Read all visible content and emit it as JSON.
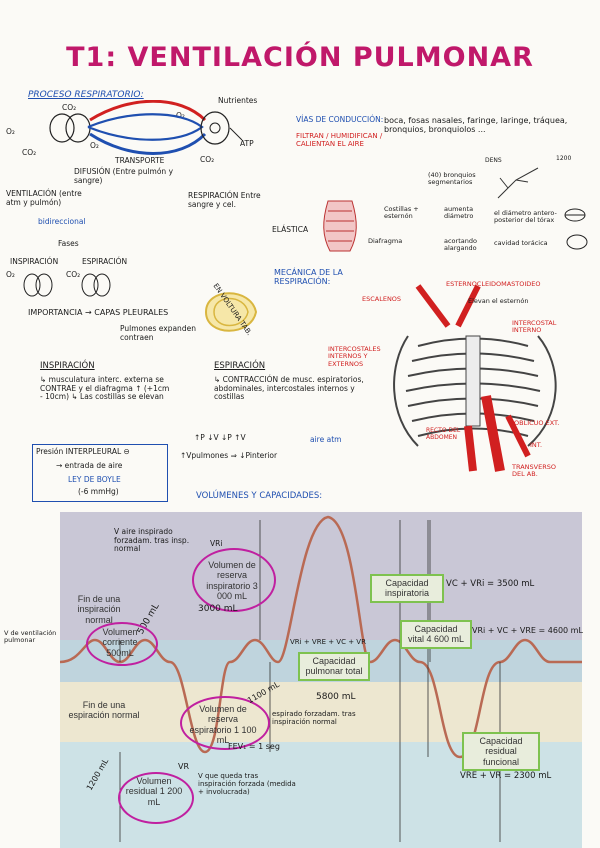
{
  "title": "T1: VENTILACIÓN PULMONAR",
  "proceso": {
    "heading": "PROCESO RESPIRATORIO:",
    "nutrientes": "Nutrientes",
    "o2_left": "O₂",
    "co2_left": "CO₂",
    "co2_top": "CO₂",
    "o2_top": "O₂",
    "o2_right": "O₂",
    "co2_bottom": "CO₂",
    "atp": "ATP",
    "transporte": "TRANSPORTE",
    "difusion": "DIFUSIÓN (Entre pulmón y sangre)",
    "ventilacion": "VENTILACIÓN (entre atm y pulmón)",
    "respiracion": "RESPIRACIÓN Entre sangre y cel.",
    "bidireccional": "bidireccional",
    "fases": "Fases",
    "inspiracion_short": "INSPIRACIÓN",
    "espiracion_short": "ESPIRACIÓN",
    "co2_small": "CO₂",
    "o2_small": "O₂",
    "importancia": "IMPORTANCIA → CAPAS PLEURALES",
    "envoltura": "EN VOLTURA TAB."
  },
  "vias": {
    "heading": "VÍAS DE CONDUCCIÓN:",
    "list": "boca, fosas nasales, faringe, laringe, tráquea, bronquios, bronquiolos ...",
    "funciones": "FILTRAN / HUMIDIFICAN / CALIENTAN EL AIRE",
    "dens": "DENS",
    "n1200": "1200",
    "bronquios40": "(40) bronquios segmentarios"
  },
  "elastica": {
    "label": "ELÁSTICA",
    "costillas": "Costillas + esternón",
    "aumenta": "aumenta diámetro",
    "diametro": "el diámetro antero-posterior del tórax",
    "diafragma": "Diafragma",
    "acortando": "acortando alargando",
    "cavidad": "cavidad torácica"
  },
  "mecanica": {
    "heading": "MECÁNICA DE LA RESPIRACIÓN:",
    "escalenos": "ESCALENOS",
    "esterno": "ESTERNOCLEIDOMASTOIDEO",
    "elevan": "Elevan el esternón",
    "intercostal": "INTERCOSTAL INTERNO",
    "intercostales": "INTERCOSTALES INTERNOS Y EXTERNOS",
    "recto": "RECTO DEL ABDOMEN",
    "oblicuo_ext": "OBLICUO EXT.",
    "int": "INT.",
    "transverso": "TRANSVERSO DEL AB."
  },
  "pulmones": {
    "text": "Pulmones expanden contraen",
    "inspiracion": "INSPIRACIÓN",
    "insp_text": "↳ musculatura interc. externa se CONTRAE y el diafragma ↑ (+1cm - 10cm) ↳ Las costillas se elevan",
    "espiracion": "ESPIRACIÓN",
    "esp_text": "↳ CONTRACCIÓN de musc. espiratorios, abdominales, intercostales internos y costillas"
  },
  "presion": {
    "label": "Presión INTERPLEURAL ⊖",
    "entrada": "→ entrada de aire",
    "boyle": "LEY DE BOYLE",
    "mmhg": "(-6 mmHg)",
    "formula1": "↑P ↓V   ↓P ↑V",
    "formula2": "↑Vpulmones ⇒ ↓Pinterior",
    "aire": "aire atm"
  },
  "volumenes_heading": "VOLÚMENES Y CAPACIDADES:",
  "spirogram": {
    "vri_handwritten": "V aire inspirado forzadam. tras insp. normal",
    "vri": "VRi",
    "vri_box": "Volumen de reserva inspiratorio 3 000 mL",
    "vri_note": "3000 mL",
    "fin_insp": "Fin de una inspiración normal",
    "n500": "500 mL",
    "v_ventilacion": "V de ventilación pulmonar",
    "vc_box": "Volumen corriente 500mL",
    "fin_esp": "Fin de una espiración normal",
    "vre_box": "Volumen de reserva espiratorio 1 100 mL",
    "n1100": "1100 mL",
    "fev": "FEV₁ = 1 seg",
    "espirado": "espirado forzadam. tras inspiración normal",
    "vr_label": "VR",
    "vr_box": "Volumen residual 1 200 mL",
    "n1200": "1200 mL",
    "v_queda": "V que queda tras inspiración forzada (medida + involucrada)",
    "vri_sum": "VRi + VRE + VC + VR",
    "cap_total": "Capacidad pulmonar total",
    "n5800": "5800 mL",
    "cap_insp": "Capacidad inspiratoria",
    "vc_vri": "VC + VRi = 3500 mL",
    "cap_vital": "Capacidad vital 4 600 mL",
    "vri_vc_vre": "VRi + VC + VRE = 4600 mL",
    "cap_residual": "Capacidad residual funcional",
    "vre_vr": "VRE + VR = 2300 mL"
  },
  "colors": {
    "title": "#c0186a",
    "blue": "#1f4fb0",
    "red": "#d12020",
    "trace": "#b96a54",
    "green_box": "#7ec24f",
    "pink_circle": "#c020a0"
  }
}
